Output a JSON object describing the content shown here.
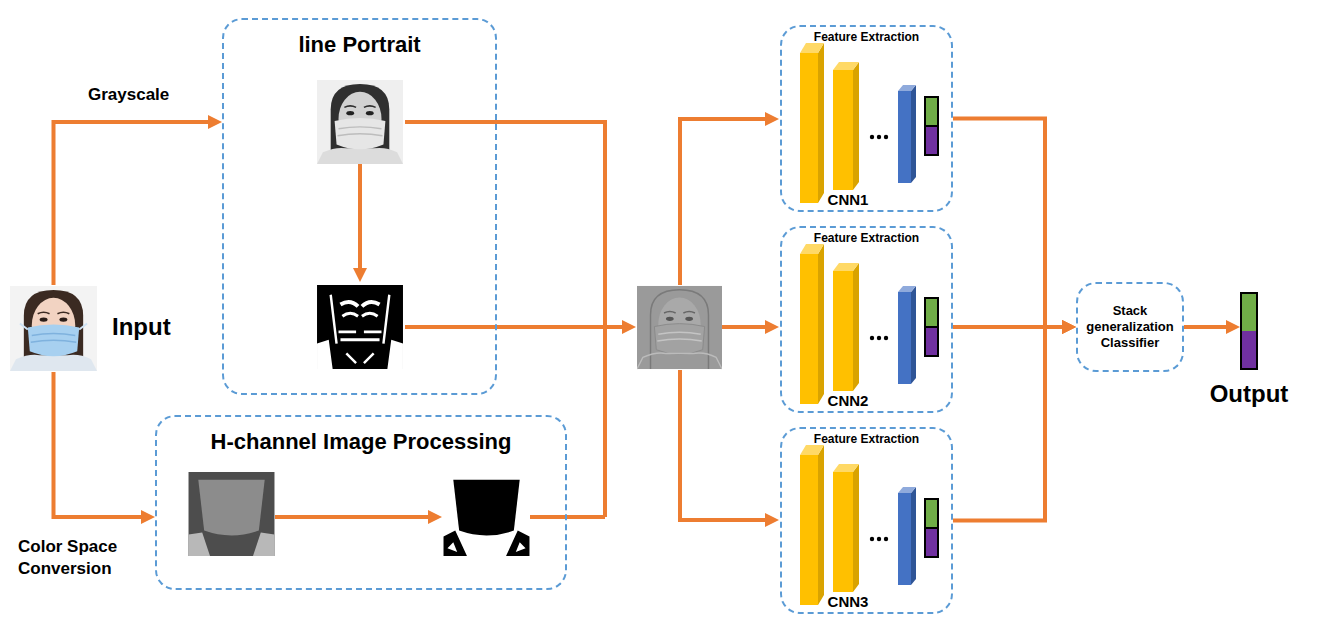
{
  "diagram": {
    "nodes": [
      {
        "text": [
          "Input"
        ]
      },
      {
        "text": [
          "line Portrait"
        ]
      },
      {
        "text": [
          "H-channel Image Processing"
        ]
      },
      {
        "text": [
          "Feature Extraction",
          "CNN1"
        ]
      },
      {
        "text": [
          "Feature Extraction",
          "CNN2"
        ]
      },
      {
        "text": [
          "Feature Extraction",
          "CNN3"
        ]
      },
      {
        "text": [
          "Stack generalization Classifier"
        ]
      },
      {
        "text": [
          "Output"
        ]
      }
    ],
    "edges": [
      {
        "from": 0,
        "to": 1,
        "arrow": "to",
        "label": "Grayscale"
      },
      {
        "from": 0,
        "to": 2,
        "arrow": "to",
        "label": "Color Space Conversion"
      },
      {
        "from": 3,
        "to": 6,
        "arrow": "to"
      },
      {
        "from": 4,
        "to": 6,
        "arrow": "to"
      },
      {
        "from": 5,
        "to": 6,
        "arrow": "to"
      },
      {
        "from": 6,
        "to": 7,
        "arrow": "to"
      }
    ]
  }
}
